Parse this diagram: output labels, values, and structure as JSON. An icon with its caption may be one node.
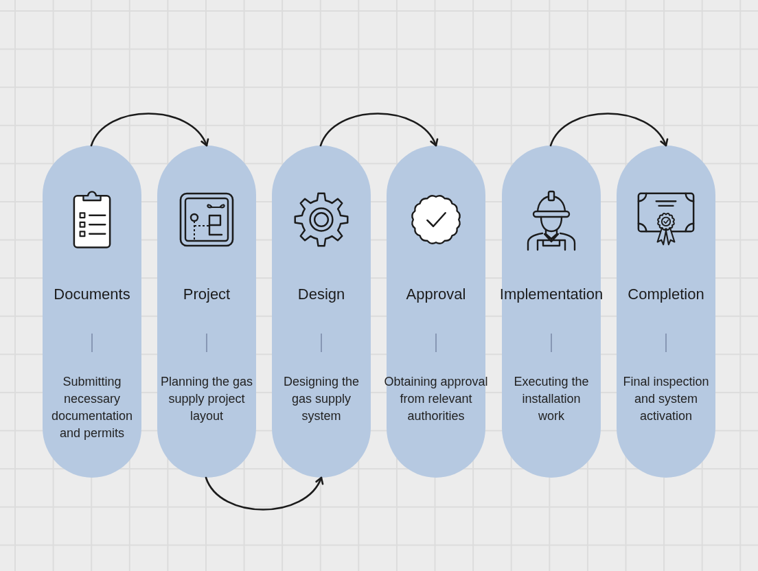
{
  "diagram": {
    "nodes": [
      {
        "text": [
          "Documents",
          "Submitting necessary documentation and permits"
        ]
      },
      {
        "text": [
          "Project",
          "Planning the gas supply project layout"
        ]
      },
      {
        "text": [
          "Design",
          "Designing the gas supply system"
        ]
      },
      {
        "text": [
          "Approval",
          "Obtaining approval from relevant authorities"
        ]
      },
      {
        "text": [
          "Implementation",
          "Executing the installation work"
        ]
      },
      {
        "text": [
          "Completion",
          "Final inspection and system activation"
        ]
      }
    ],
    "edges": [
      {
        "from": 0,
        "to": 1,
        "arrow": "to"
      },
      {
        "from": 1,
        "to": 2,
        "arrow": "to"
      },
      {
        "from": 2,
        "to": 3,
        "arrow": "to"
      },
      {
        "from": 4,
        "to": 5,
        "arrow": "to"
      }
    ]
  }
}
